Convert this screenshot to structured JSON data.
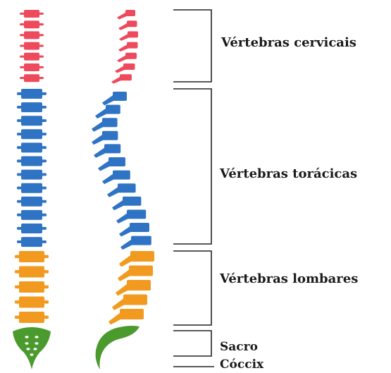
{
  "colors": {
    "cervical": "#ee4a5c",
    "thoracic": "#2f74c4",
    "lumbar": "#f29a1f",
    "sacrum": "#4a9a2e",
    "bracket": "#222222",
    "background": "#ffffff"
  },
  "regions": [
    {
      "key": "cervical",
      "label": "Vértebras cervicais",
      "count": 7
    },
    {
      "key": "thoracic",
      "label": "Vértebras torácicas",
      "count": 12
    },
    {
      "key": "lumbar",
      "label": "Vértebras lombares",
      "count": 5
    },
    {
      "key": "sacrum",
      "label": "Sacro"
    },
    {
      "key": "coccyx",
      "label": "Cóccix"
    }
  ]
}
